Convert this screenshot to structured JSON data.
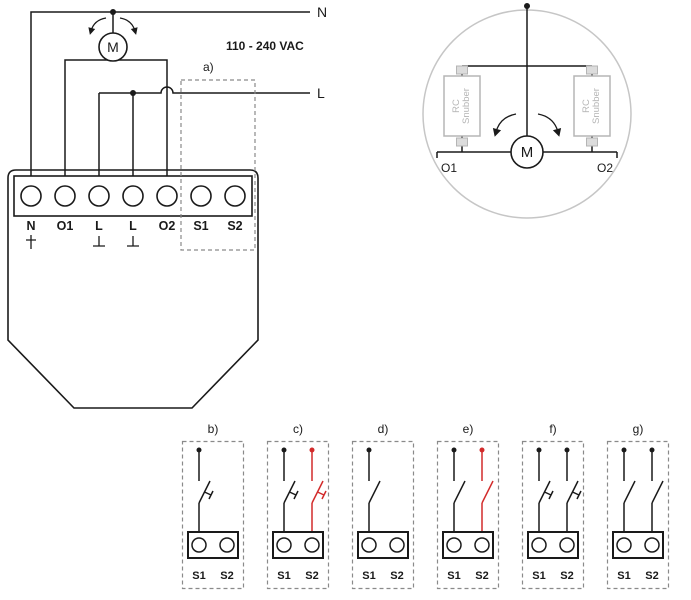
{
  "colors": {
    "wire": "#1a1a1a",
    "red_accent": "#d22b2b",
    "gray_accent": "#b5b5b5",
    "dashed_outline": "#8a8a8a"
  },
  "main_diagram": {
    "neutral_label": "N",
    "live_label": "L",
    "voltage": "110 - 240 VAC",
    "zone_label": "a)",
    "motor_label": "M",
    "terminals": [
      "N",
      "O1",
      "L",
      "L",
      "O2",
      "S1",
      "S2"
    ]
  },
  "motor_detail": {
    "motor_label": "M",
    "left_terminal": "O1",
    "right_terminal": "O2",
    "snubber_line1": "RC",
    "snubber_line2": "Snubber"
  },
  "panels": [
    {
      "label": "b)",
      "s1": "S1",
      "s2": "S2",
      "switch_s1": "momentary",
      "switch_s2": "none"
    },
    {
      "label": "c)",
      "s1": "S1",
      "s2": "S2",
      "switch_s1": "momentary",
      "switch_s2": "momentary-red"
    },
    {
      "label": "d)",
      "s1": "S1",
      "s2": "S2",
      "switch_s1": "toggle",
      "switch_s2": "none"
    },
    {
      "label": "e)",
      "s1": "S1",
      "s2": "S2",
      "switch_s1": "toggle",
      "switch_s2": "toggle-red"
    },
    {
      "label": "f)",
      "s1": "S1",
      "s2": "S2",
      "switch_s1": "momentary",
      "switch_s2": "momentary"
    },
    {
      "label": "g)",
      "s1": "S1",
      "s2": "S2",
      "switch_s1": "toggle",
      "switch_s2": "toggle"
    }
  ]
}
